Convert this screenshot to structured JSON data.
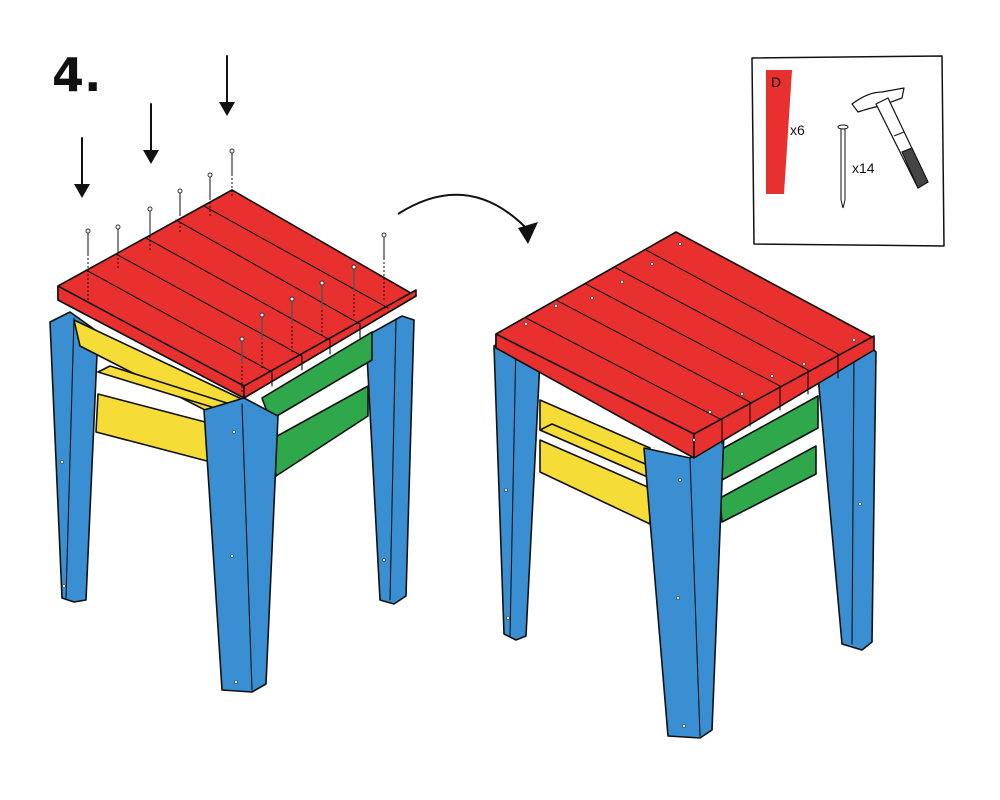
{
  "step": {
    "number": "4."
  },
  "parts": {
    "slat_letter": "D",
    "slat_count": "x6",
    "nail_count": "x14"
  },
  "colors": {
    "seat": "#e8302f",
    "legs": "#3a8fd2",
    "front_rails": "#f5dc36",
    "side_rails": "#2ea84b"
  },
  "icons": [
    "down-arrow-icon",
    "curved-arrow-icon",
    "nail-icon",
    "hammer-icon",
    "slat-part-icon"
  ]
}
